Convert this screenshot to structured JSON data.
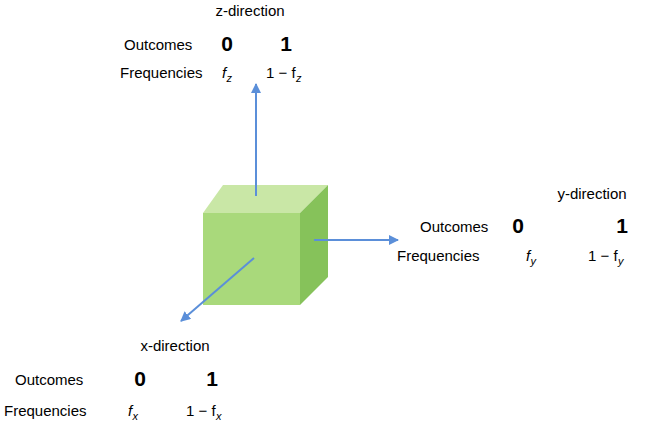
{
  "diagram": {
    "labels": [
      "z-direction",
      "Outcomes",
      "0",
      "1",
      "Frequencies",
      "f",
      "z",
      "1 − f",
      "z",
      "y-direction",
      "Outcomes",
      "0",
      "1",
      "Frequencies",
      "f",
      "y",
      "1 − f",
      "y",
      "x-direction",
      "Outcomes",
      "0",
      "1",
      "Frequencies",
      "f",
      "x",
      "1 − f",
      "x"
    ]
  }
}
